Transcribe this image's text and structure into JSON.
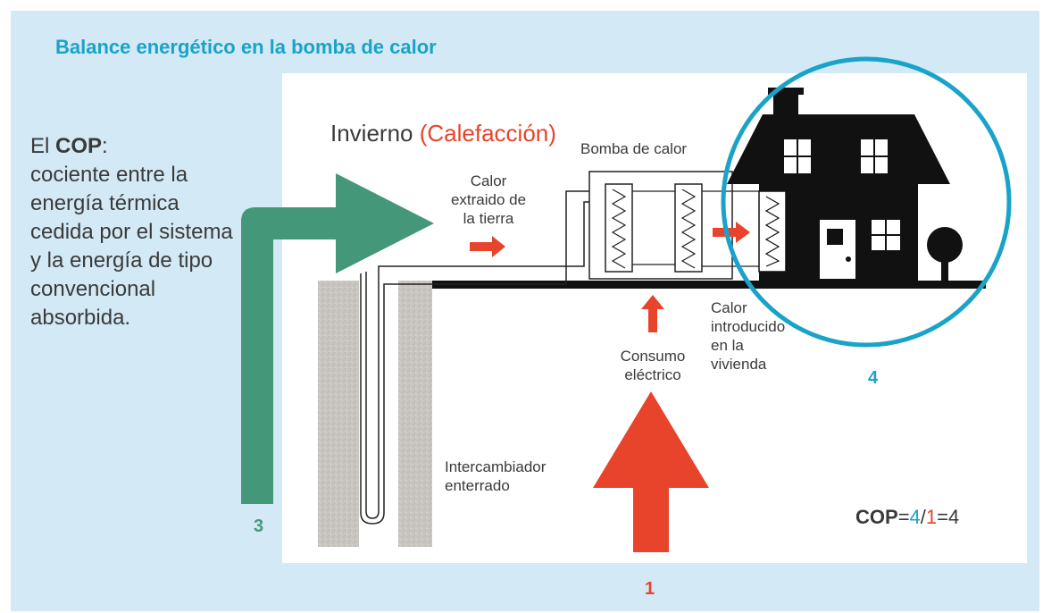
{
  "title": "Balance energético en la bomba de calor",
  "explanation": {
    "prefix": "El ",
    "term": "COP",
    "suffix": ":",
    "body": "cociente entre la energía térmica cedida por el sistema y la energía de tipo convencional absorbida."
  },
  "season": {
    "label": "Invierno",
    "mode": "(Calefacción)"
  },
  "labels": {
    "heat_pump": "Bomba de calor",
    "heat_extracted": [
      "Calor",
      "extraido de",
      "la tierra"
    ],
    "electric_consumption": [
      "Consumo",
      "eléctrico"
    ],
    "heat_introduced": [
      "Calor",
      "introducido",
      "en la",
      "vivienda"
    ],
    "exchanger": [
      "Intercambiador",
      "enterrado"
    ]
  },
  "numbers": {
    "ground": "3",
    "electric": "1",
    "home": "4"
  },
  "cop": {
    "prefix": "COP",
    "eq1": "=",
    "out": "4",
    "slash": "/",
    "in": "1",
    "eq2": "=",
    "result": "4"
  },
  "colors": {
    "green": "#45977a",
    "red": "#e8432b",
    "blue": "#1aa3c9",
    "dark": "#111111",
    "ground": "#c9c6c1"
  }
}
